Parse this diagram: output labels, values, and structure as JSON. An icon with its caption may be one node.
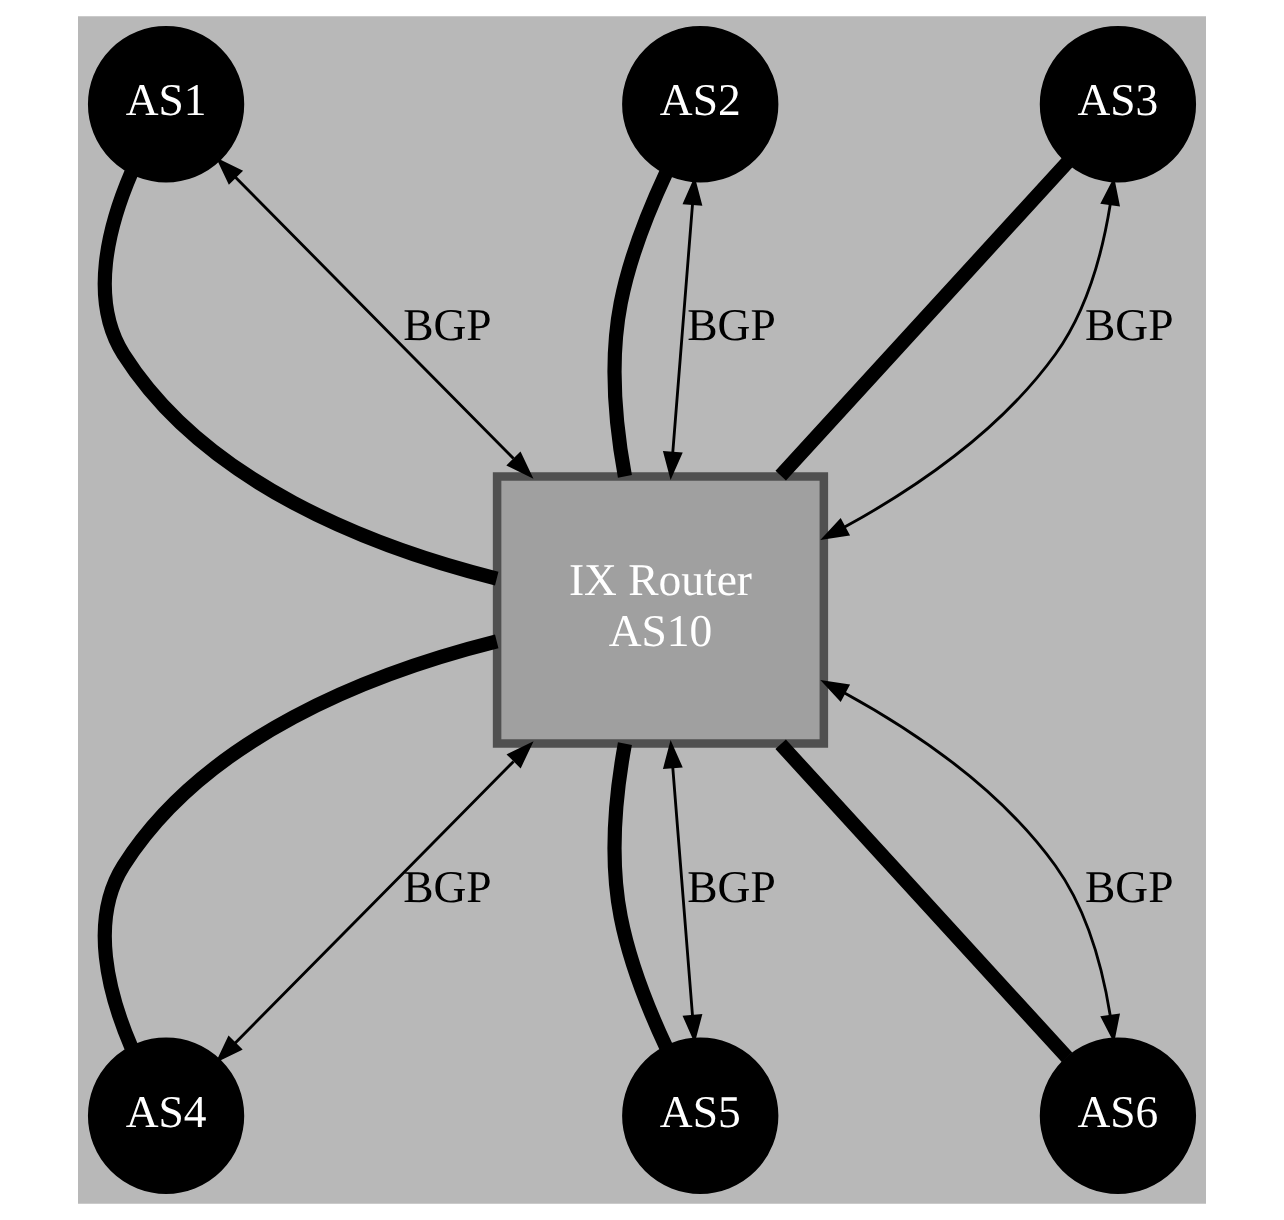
{
  "diagram": {
    "nodes": [
      {
        "text": [
          "AS1"
        ]
      },
      {
        "text": [
          "AS2"
        ]
      },
      {
        "text": [
          "AS3"
        ]
      },
      {
        "text": [
          "IX Router",
          "AS10"
        ]
      },
      {
        "text": [
          "AS4"
        ]
      },
      {
        "text": [
          "AS5"
        ]
      },
      {
        "text": [
          "AS6"
        ]
      }
    ],
    "edges": [
      {
        "from": 0,
        "to": 3,
        "arrow": "none",
        "style": "thick"
      },
      {
        "from": 0,
        "to": 3,
        "arrow": "both",
        "label": "BGP"
      },
      {
        "from": 1,
        "to": 3,
        "arrow": "none",
        "style": "thick"
      },
      {
        "from": 1,
        "to": 3,
        "arrow": "both",
        "label": "BGP"
      },
      {
        "from": 2,
        "to": 3,
        "arrow": "none",
        "style": "thick"
      },
      {
        "from": 2,
        "to": 3,
        "arrow": "both",
        "label": "BGP"
      },
      {
        "from": 3,
        "to": 4,
        "arrow": "none",
        "style": "thick"
      },
      {
        "from": 3,
        "to": 4,
        "arrow": "both",
        "label": "BGP"
      },
      {
        "from": 3,
        "to": 5,
        "arrow": "none",
        "style": "thick"
      },
      {
        "from": 3,
        "to": 5,
        "arrow": "both",
        "label": "BGP"
      },
      {
        "from": 3,
        "to": 6,
        "arrow": "none",
        "style": "thick"
      },
      {
        "from": 3,
        "to": 6,
        "arrow": "both",
        "label": "BGP"
      }
    ]
  }
}
